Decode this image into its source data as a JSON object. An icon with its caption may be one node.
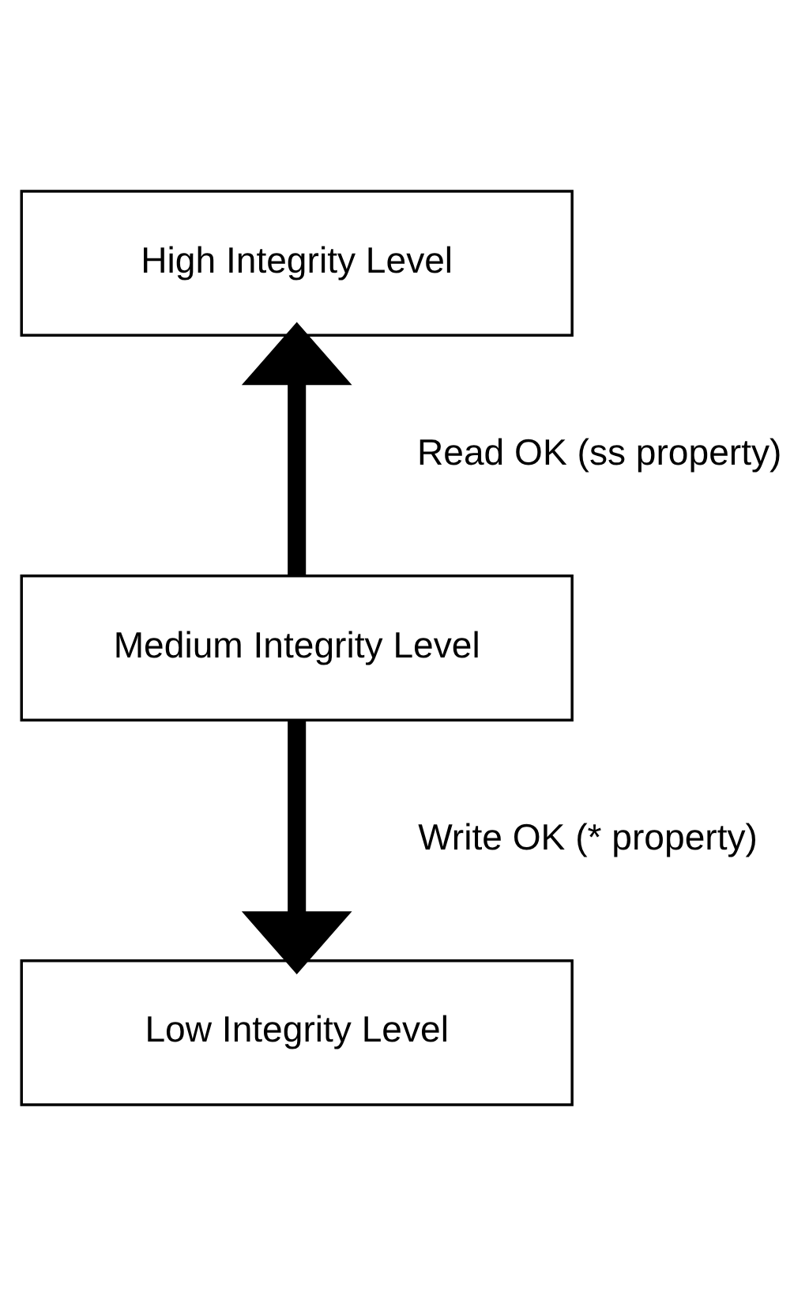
{
  "diagram": {
    "nodes": [
      {
        "text": [
          "High Integrity Level"
        ]
      },
      {
        "text": [
          "Medium Integrity Level"
        ]
      },
      {
        "text": [
          "Low Integrity Level"
        ]
      }
    ],
    "edges": [
      {
        "from": 1,
        "to": 0,
        "arrow": "to",
        "label": "Read OK (ss property)"
      },
      {
        "from": 1,
        "to": 2,
        "arrow": "to",
        "label": "Write OK (* property)"
      }
    ]
  }
}
